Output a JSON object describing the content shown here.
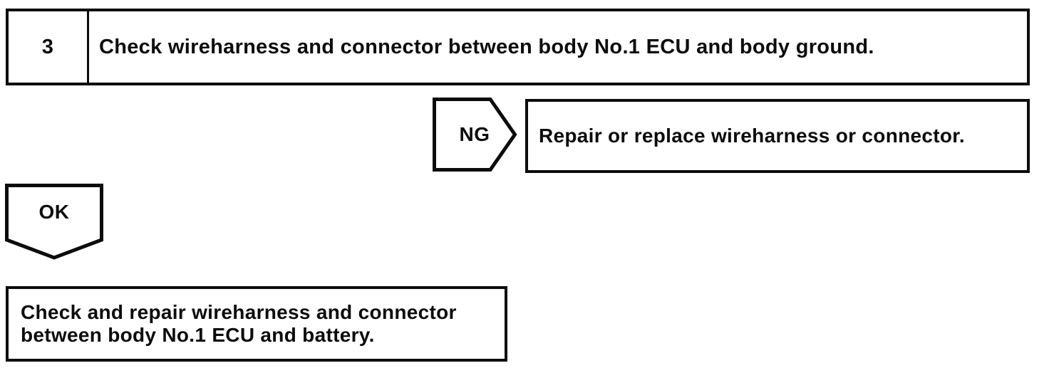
{
  "step": {
    "number": "3",
    "instruction": "Check wireharness and connector between body No.1 ECU and body ground."
  },
  "ng_branch": {
    "label": "NG",
    "action": "Repair or replace wireharness or connector."
  },
  "ok_branch": {
    "label": "OK",
    "action_lines": [
      "Check and repair wireharness and connector",
      "between body No.1 ECU and battery."
    ]
  },
  "colors": {
    "ink": "#0c0c0c",
    "paper": "#ffffff"
  }
}
